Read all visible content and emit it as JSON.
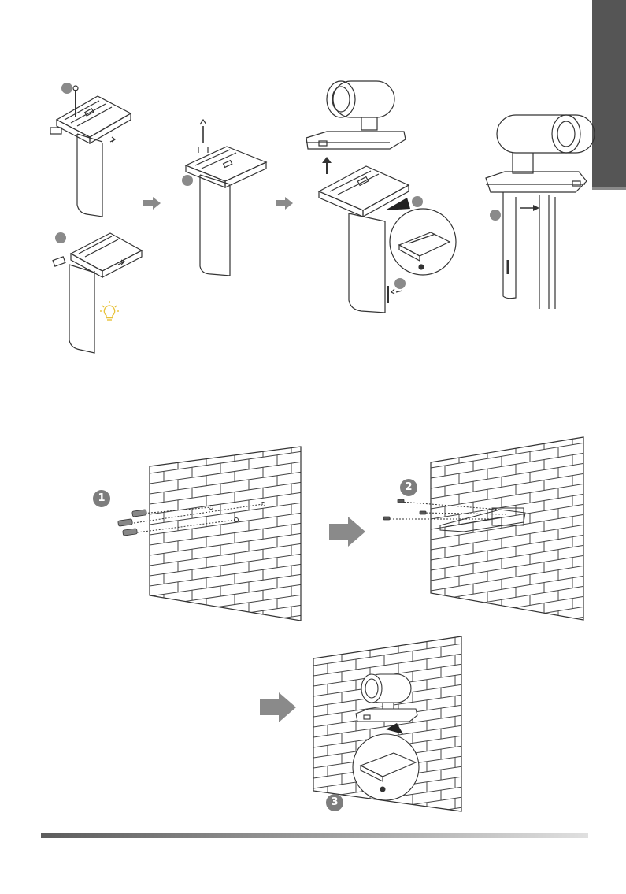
{
  "steps": {
    "wall_drill": "1",
    "wall_screw": "2",
    "wall_mount_camera": "3"
  },
  "icons": {
    "tip": "lightbulb-icon",
    "flow": "arrow-right-icon"
  },
  "colors": {
    "side_tab": "#555555",
    "step_badge": "#7d7d7d",
    "tip_bulb": "#e8c23a",
    "arrow": "#8a8a8a"
  }
}
